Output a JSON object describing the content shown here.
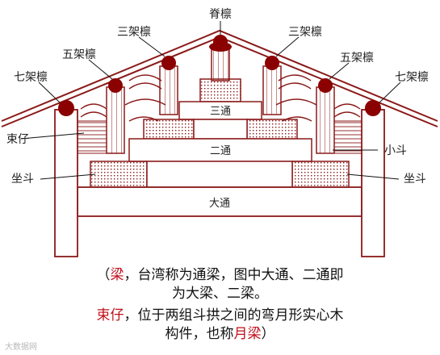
{
  "labels": {
    "ridge": "脊檩",
    "purlin3": "三架檩",
    "purlin5": "五架檩",
    "purlin7": "七架檩",
    "tie": "束仔",
    "sitting_bracket": "坐斗",
    "small_bracket": "小斗",
    "beam3": "三通",
    "beam2": "二通",
    "beam_big": "大通"
  },
  "caption": {
    "line1_open": "（",
    "line1_red": "梁",
    "line1_rest": "，台湾称为通梁，图中大通、二通即",
    "line2": "为大梁、二梁。",
    "line3_red": "束仔",
    "line3_a": "，位于两组",
    "line3_b": "斗拱之间",
    "line3_c": "的弯月形实心木",
    "line4_a": "构件，也称",
    "line4_red": "月梁",
    "line4_close": "）"
  },
  "watermark": "大数据网",
  "colors": {
    "outline": "#8b1a1a",
    "purlin": "#8b0000",
    "fill": "#ffffff"
  }
}
